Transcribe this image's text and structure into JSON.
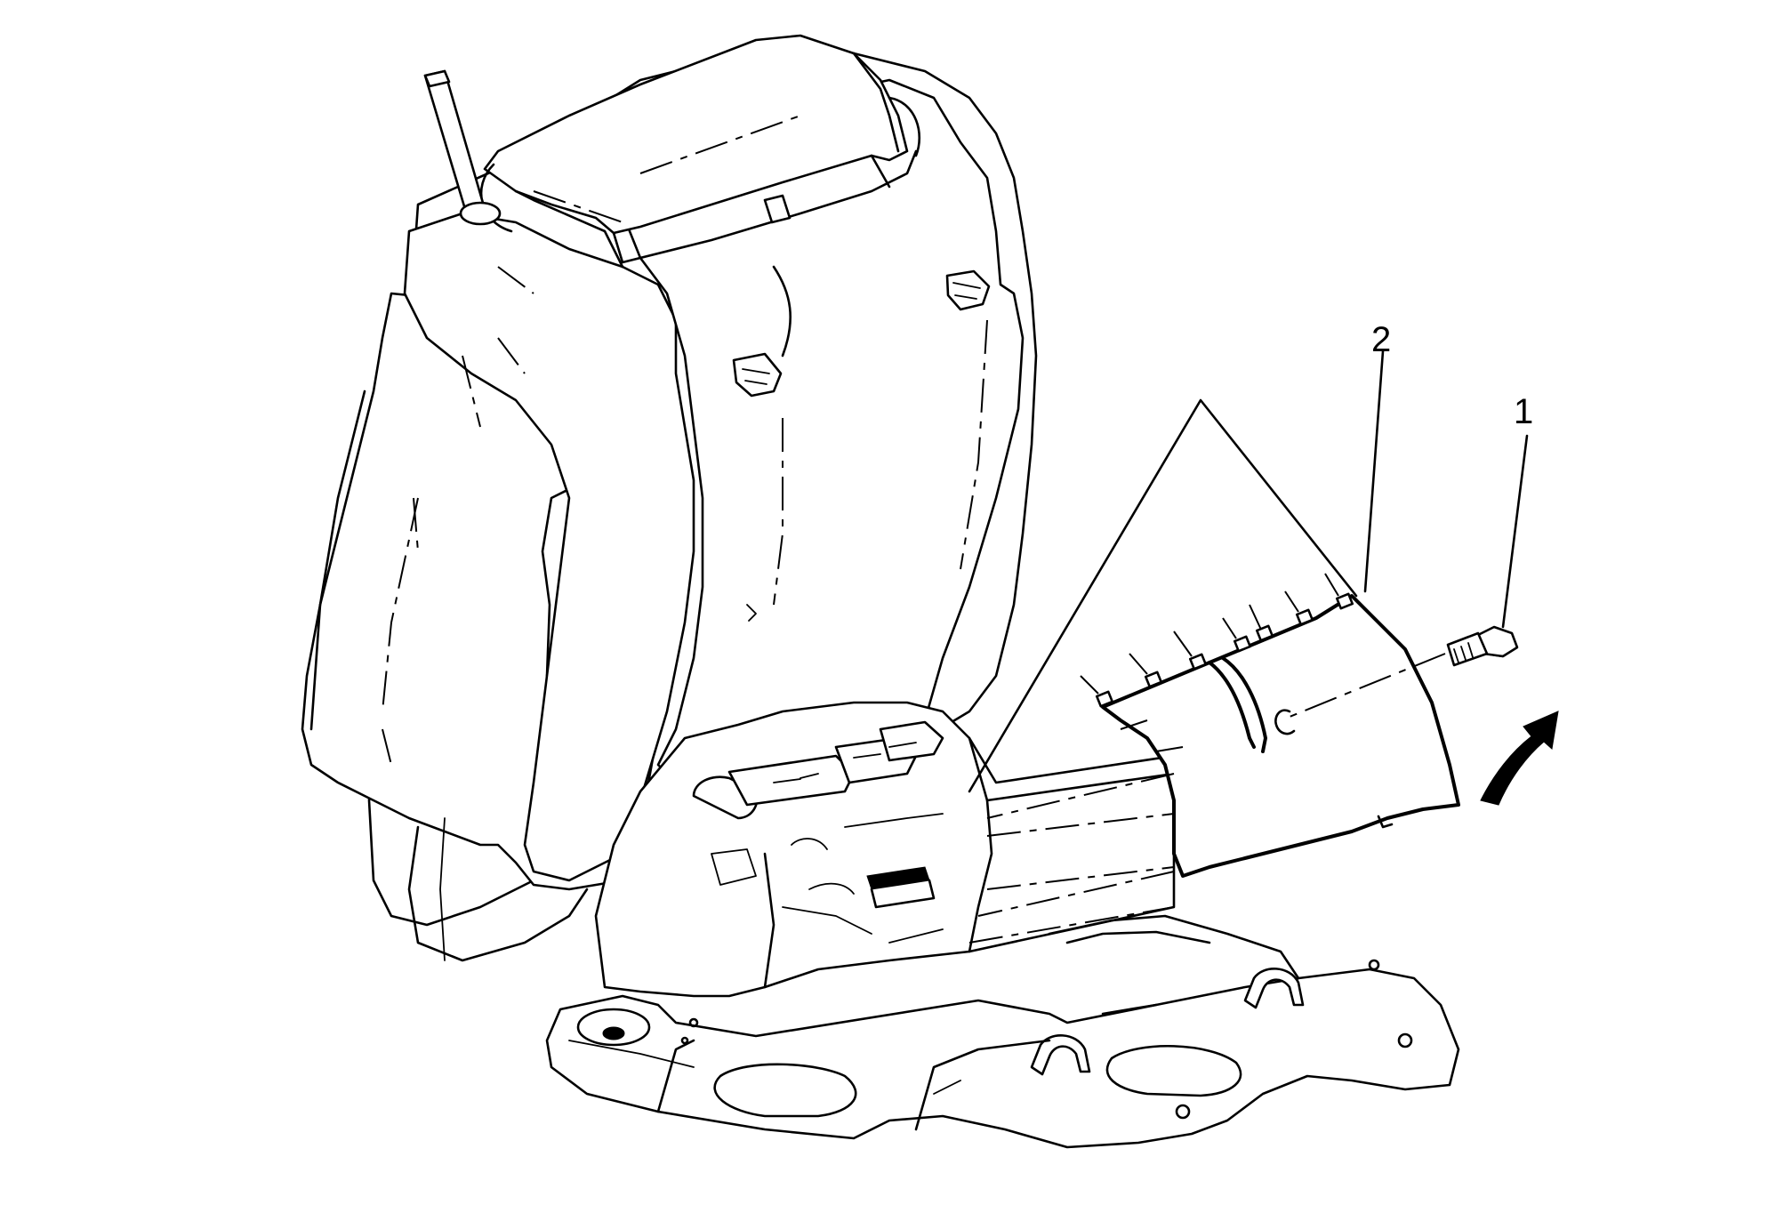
{
  "callouts": [
    {
      "id": "1",
      "label": "1",
      "part": "bolt"
    },
    {
      "id": "2",
      "label": "2",
      "part": "trim-panel"
    }
  ],
  "colors": {
    "line": "#000000",
    "background": "#ffffff"
  },
  "icons": {
    "direction_arrow": "curved-arrow-up-right-icon"
  }
}
